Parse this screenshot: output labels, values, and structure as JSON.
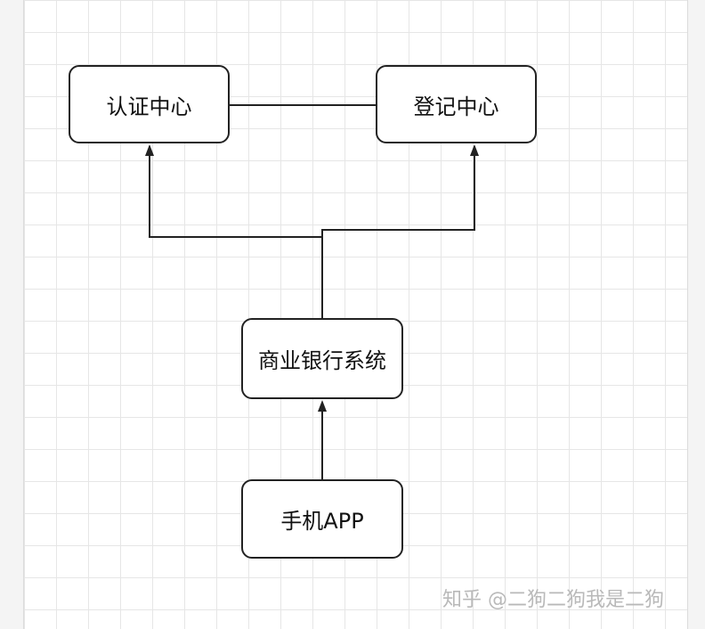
{
  "diagram": {
    "nodes": {
      "auth_center": "认证中心",
      "registry_center": "登记中心",
      "commercial_bank": "商业银行系统",
      "mobile_app": "手机APP"
    },
    "edges": [
      {
        "from": "auth_center",
        "to": "registry_center",
        "arrow": "none"
      },
      {
        "from": "commercial_bank",
        "to": "auth_center",
        "arrow": "to"
      },
      {
        "from": "commercial_bank",
        "to": "registry_center",
        "arrow": "to"
      },
      {
        "from": "mobile_app",
        "to": "commercial_bank",
        "arrow": "to"
      }
    ]
  },
  "watermark": "知乎 @二狗二狗我是二狗",
  "colors": {
    "line": "#222222",
    "grid": "#e6e6e6",
    "watermark": "#b9b9b9"
  }
}
